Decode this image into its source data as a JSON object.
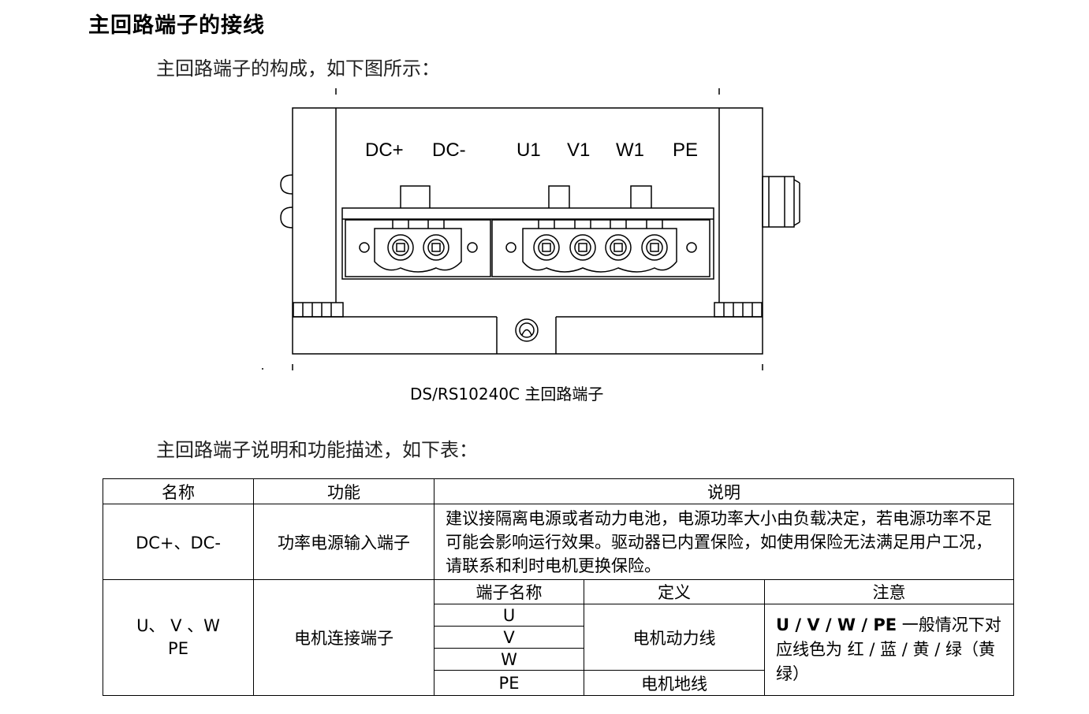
{
  "heading": "主回路端子的接线",
  "intro_line_1": "主回路端子的构成，如下图所示：",
  "diagram": {
    "terminal_labels": [
      "DC+",
      "DC-",
      "U1",
      "V1",
      "W1",
      "PE"
    ],
    "caption": "DS/RS10240C 主回路端子"
  },
  "intro_line_2": "主回路端子说明和功能描述，如下表：",
  "table": {
    "headers": {
      "name": "名称",
      "function": "功能",
      "description": "说明"
    },
    "row1": {
      "name": "DC+、DC-",
      "function": "功率电源输入端子",
      "description": "建议接隔离电源或者动力电池，电源功率大小由负载决定，若电源功率不足可能会影响运行效果。驱动器已内置保险，如使用保险无法满足用户工况，请联系和利时电机更换保险。"
    },
    "row2": {
      "name_line1": "U、 V 、W",
      "name_line2": "PE",
      "function": "电机连接端子",
      "sub_headers": {
        "terminal_name": "端子名称",
        "definition": "定义",
        "note": "注意"
      },
      "terminals": [
        "U",
        "V",
        "W",
        "PE"
      ],
      "definition_power": "电机动力线",
      "definition_ground": "电机地线",
      "note_bold": "U / V / W / PE",
      "note_text": " 一般情况下对应线色为 红 / 蓝 / 黄 / 绿（黄绿）"
    }
  }
}
